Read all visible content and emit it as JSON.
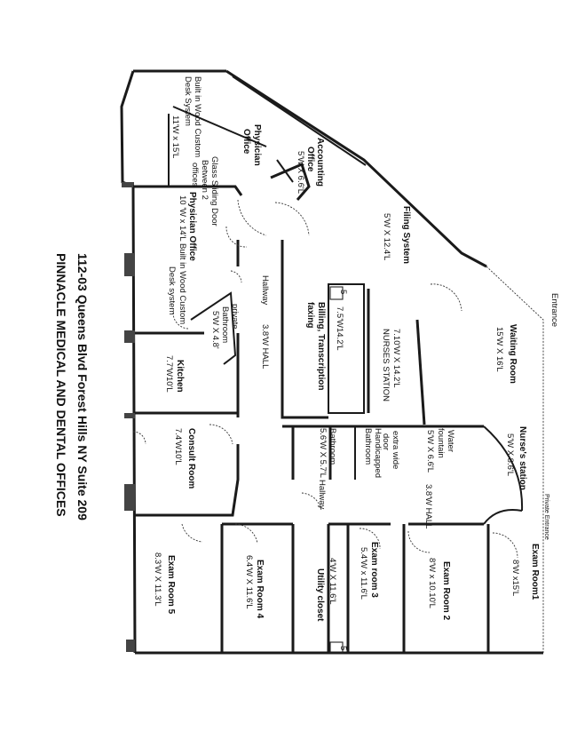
{
  "titles": {
    "address": "112-03 Queens Blvd Forest Hills NY Suite 209",
    "company": "PINNACLE MEDICAL AND DENTAL OFFICES"
  },
  "labels": {
    "builtin_1": "Built in Wood Custom",
    "builtin_2": "Desk System",
    "builtin_dim": "11'W x 15'L",
    "physician_1": "Physician",
    "physician_2": "Office",
    "glass_1": "Glass Sliding Door",
    "glass_2": "Between 2",
    "glass_3": "offices",
    "phys2_1": "Physician Office",
    "phys2_dim": "10 'W x 14'L Built in Wood Custom",
    "phys2_desk": "Desk system",
    "accounting_1": "Accounting",
    "accounting_2": "Office",
    "accounting_dim": "5'W X 6.6'L",
    "filing": "Filing System",
    "filing_dim": "5'W X 12.4'L",
    "hallway": "Hallway",
    "hall_38": "3.8'W HALL",
    "private_1": "private",
    "private_2": "Bathroom",
    "private_dim": "5'W X 4.8'",
    "billing_dim": "7.5'W14.2'L",
    "billing_1": "Billing, Transcription",
    "billing_2": "faxing",
    "nurses": "NURSES STATION",
    "nurses_dim": "7.10'W X 14.2'L",
    "waiting_1": "Waiting Room",
    "waiting_dim": "15'W X 16'L",
    "entrance": "Entrance",
    "kitchen": "Kitchen",
    "kitchen_dim": "7.7'W10'L",
    "bathroom": "Bathroom",
    "bathroom_dim": "5.6'W X 5.7'L",
    "hallway_small": "Hallway",
    "handicap_1": "Handicapped",
    "handicap_2": "Bathroom",
    "handicap_3": "extra wide",
    "handicap_4": "door",
    "handicap_dim": "5'W X 6.6'L",
    "water": "Water",
    "fountain": "fountain",
    "nurse_station": "Nurse's station",
    "nurse_station_dim": "5'W X 8.6'L",
    "hall_38_2": "3.8'W HALL",
    "consult": "Consult Room",
    "consult_dim": "7.4'W10'L",
    "exam1": "Exam Room1",
    "exam1_dim": "8'W x15'L",
    "exam2": "Exam Room 2",
    "exam2_dim": "8'W x 10.10'L",
    "exam3_1": "Exam room  3",
    "exam3_dim": "5.4'W x 11.6'L",
    "utility_dim": "4'W X 11.6'L",
    "utility": "Utility closet",
    "exam4": "Exam Room 4",
    "exam4_dim": "6.4'W X 11.6'L",
    "exam5": "Exam Room  5",
    "exam5_dim": "8.3'W X 11.3'L",
    "private_entrance": "Private Entrance",
    "box_a": "5",
    "box_b": "5"
  }
}
